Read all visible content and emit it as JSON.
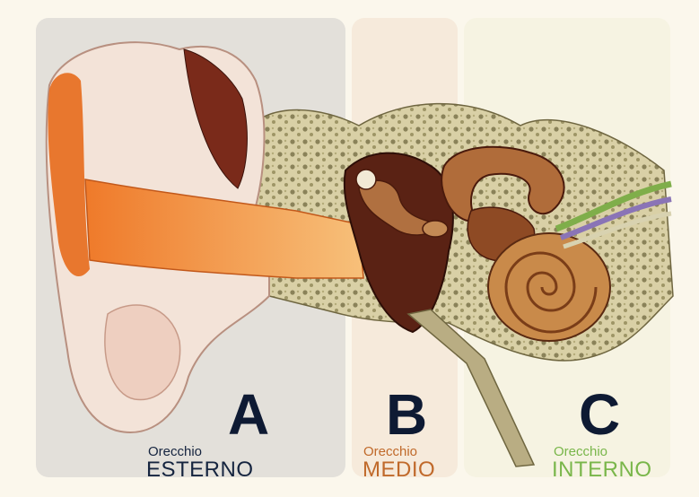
{
  "sections": [
    {
      "letter": "A",
      "line1": "Orecchio",
      "line2": "ESTERNO",
      "color": "#15243f"
    },
    {
      "letter": "B",
      "line1": "Orecchio",
      "line2": "MEDIO",
      "color": "#c0692a"
    },
    {
      "letter": "C",
      "line1": "Orecchio",
      "line2": "INTERNO",
      "color": "#79b64a"
    }
  ],
  "colors": {
    "letter": "#0e1a33",
    "skin": "#f3e4d8",
    "canal": "#f29a4c",
    "bone": "#cfc59a",
    "cavity": "#5a2214",
    "cochlea": "#c98a4a"
  }
}
